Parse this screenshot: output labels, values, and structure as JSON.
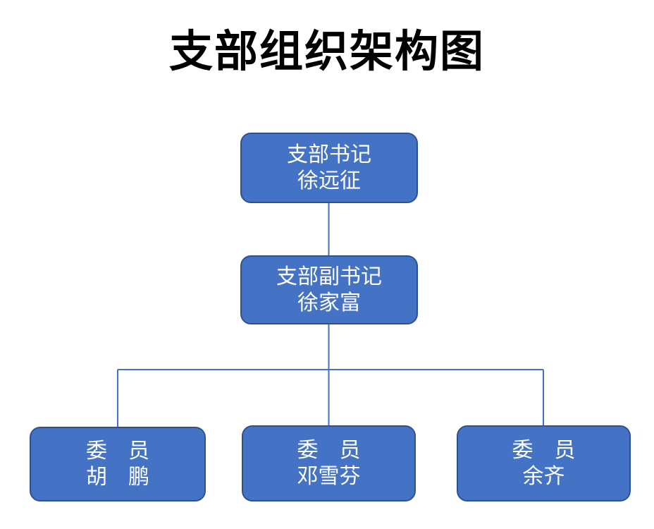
{
  "title": "支部组织架构图",
  "colors": {
    "box_fill": "#4472C4",
    "box_border": "#2F528F",
    "connector": "#4472C4",
    "box_text": "#FFFFFF",
    "title_text": "#000000",
    "background": "#FFFFFF"
  },
  "org_chart": {
    "secretary": {
      "role": "支部书记",
      "name": "徐远征"
    },
    "deputy_secretary": {
      "role": "支部副书记",
      "name": "徐家富"
    },
    "members": [
      {
        "role": "委　员",
        "name": "胡　鹏"
      },
      {
        "role": "委　员",
        "name": "邓雪芬"
      },
      {
        "role": "委　员",
        "name": "余齐"
      }
    ]
  }
}
